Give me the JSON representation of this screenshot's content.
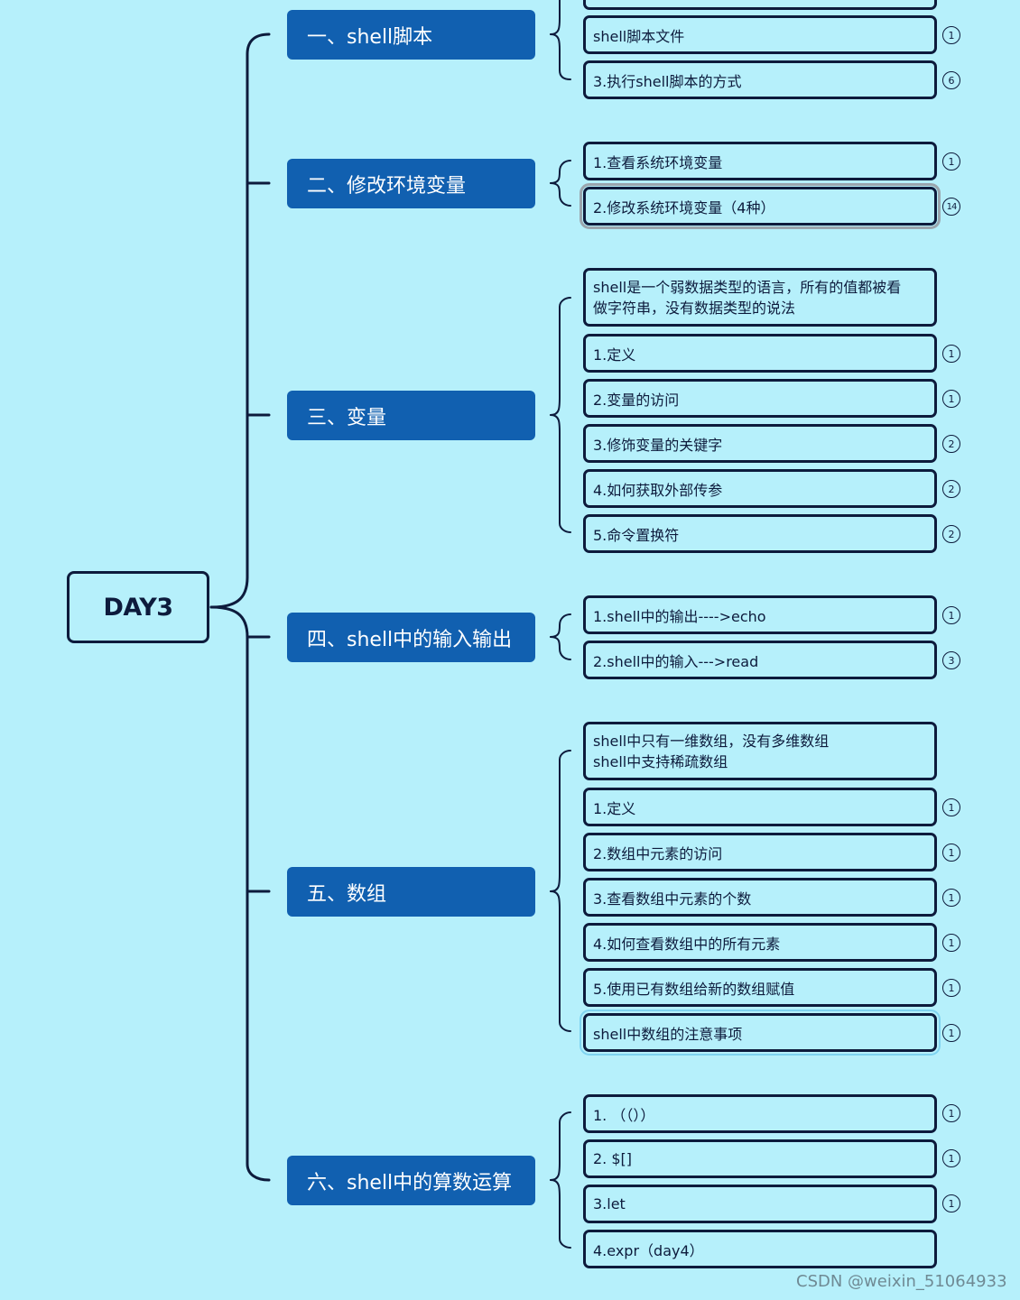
{
  "colors": {
    "background": "#b6f0fb",
    "topic": "#1160b0",
    "line": "#0d1b3c"
  },
  "root": {
    "label": "DAY3"
  },
  "topics": [
    {
      "label": "一、shell脚本",
      "children": [
        {
          "label": "",
          "badge": ""
        },
        {
          "label": "shell脚本文件",
          "badge": "1"
        },
        {
          "label": "3.执行shell脚本的方式",
          "badge": "6"
        }
      ]
    },
    {
      "label": "二、修改环境变量",
      "children": [
        {
          "label": "1.查看系统环境变量",
          "badge": "1"
        },
        {
          "label": "2.修改系统环境变量（4种）",
          "badge": "14"
        }
      ]
    },
    {
      "label": "三、变量",
      "children": [
        {
          "label": "shell是一个弱数据类型的语言，所有的值都被看",
          "label2": "做字符串，没有数据类型的说法",
          "badge": ""
        },
        {
          "label": "1.定义",
          "badge": "1"
        },
        {
          "label": "2.变量的访问",
          "badge": "1"
        },
        {
          "label": "3.修饰变量的关键字",
          "badge": "2"
        },
        {
          "label": "4.如何获取外部传参",
          "badge": "2"
        },
        {
          "label": "5.命令置换符",
          "badge": "2"
        }
      ]
    },
    {
      "label": "四、shell中的输入输出",
      "children": [
        {
          "label": "1.shell中的输出---->echo",
          "badge": "1"
        },
        {
          "label": "2.shell中的输入--->read",
          "badge": "3"
        }
      ]
    },
    {
      "label": "五、数组",
      "children": [
        {
          "label": "shell中只有一维数组，没有多维数组",
          "label2": "shell中支持稀疏数组",
          "badge": ""
        },
        {
          "label": "1.定义",
          "badge": "1"
        },
        {
          "label": "2.数组中元素的访问",
          "badge": "1"
        },
        {
          "label": "3.查看数组中元素的个数",
          "badge": "1"
        },
        {
          "label": "4.如何查看数组中的所有元素",
          "badge": "1"
        },
        {
          "label": "5.使用已有数组给新的数组赋值",
          "badge": "1"
        },
        {
          "label": "shell中数组的注意事项",
          "badge": "1"
        }
      ]
    },
    {
      "label": "六、shell中的算数运算",
      "children": [
        {
          "label": "1. （（））",
          "badge": "1"
        },
        {
          "label": "2. $[]",
          "badge": "1"
        },
        {
          "label": "3.let",
          "badge": "1"
        },
        {
          "label": "4.expr（day4）",
          "badge": ""
        }
      ]
    }
  ],
  "watermark": "CSDN @weixin_51064933"
}
